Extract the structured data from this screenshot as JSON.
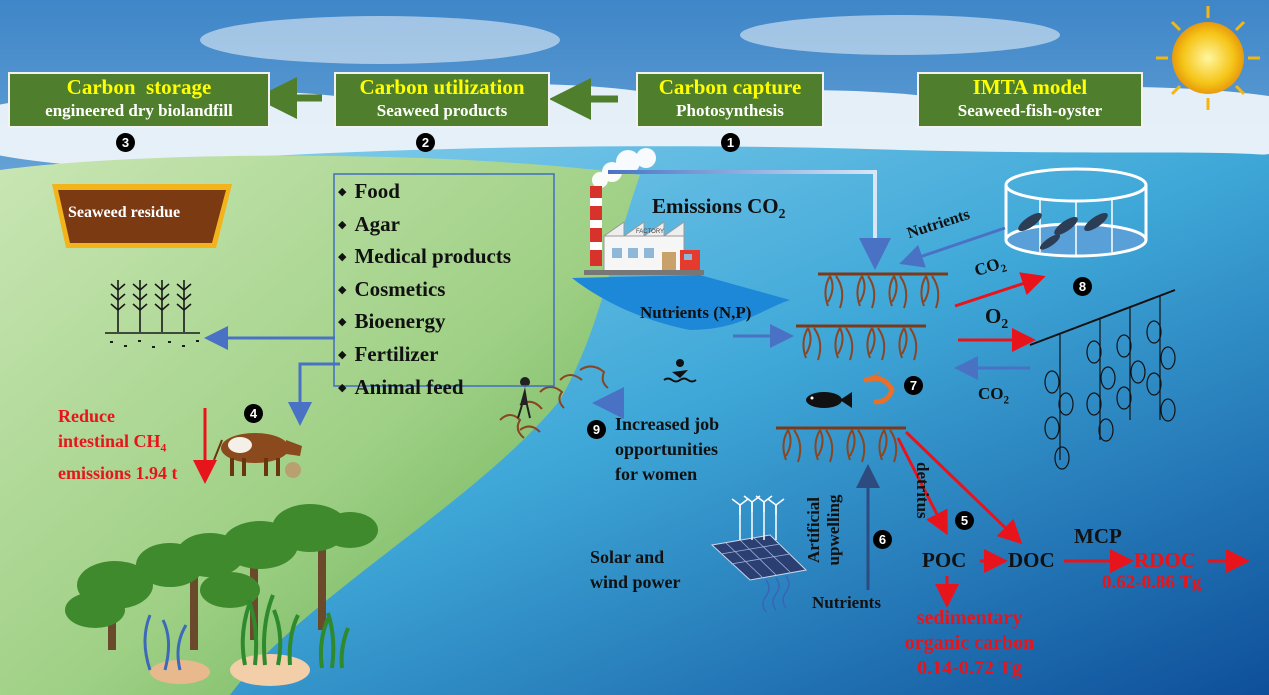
{
  "headers": {
    "storage": {
      "title": "Carbon  storage",
      "subtitle": "engineered dry biolandfill",
      "num": "3"
    },
    "utilization": {
      "title": "Carbon utilization",
      "subtitle": "Seaweed products",
      "num": "2"
    },
    "capture": {
      "title": "Carbon capture",
      "subtitle": "Photosynthesis",
      "num": "1"
    },
    "imta": {
      "title": "IMTA model",
      "subtitle": "Seaweed-fish-oyster"
    }
  },
  "products": [
    "Food",
    "Agar",
    "Medical products",
    "Cosmetics",
    "Bioenergy",
    "Fertilizer",
    "Animal feed"
  ],
  "residue_label": "Seaweed residue",
  "factory_sign": "FACTORY",
  "emissions": {
    "text": "Emissions CO",
    "sub": "2"
  },
  "nutrients_np": "Nutrients (N,P)",
  "imta_labels": {
    "nutrients": "Nutrients",
    "co2_fish": {
      "text": "CO",
      "sub": "2"
    },
    "o2": {
      "text": "O",
      "sub": "2"
    },
    "co2_oyster": {
      "text": "CO",
      "sub": "2"
    }
  },
  "cow": {
    "line1": "Reduce",
    "line2_text": "intestinal CH",
    "line2_sub": "4",
    "line3": "emissions 1.94 t",
    "num": "4"
  },
  "jobs": {
    "line1": "Increased job",
    "line2": "opportunities",
    "line3": "for women",
    "num": "9"
  },
  "energy": {
    "line1": "Solar and",
    "line2": "wind power"
  },
  "upwelling": {
    "label": "Artificial upwelling",
    "nutrients": "Nutrients",
    "num": "6"
  },
  "carbon_pump": {
    "detritus": "detritus",
    "poc": "POC",
    "doc": "DOC",
    "mcp": "MCP",
    "rdoc": "RDOC",
    "rdoc_value": "0.62-0.86 Tg",
    "sed_line1": "sedimentary",
    "sed_line2": "organic carbon",
    "sed_value": "0.14-0.72 Tg",
    "num": "5"
  },
  "markers": {
    "fish_culture": "7",
    "oyster": "8"
  },
  "colors": {
    "header_bg": "#4f7f2c",
    "header_title": "#ffff00",
    "red_arrow": "#e8141b",
    "blue_arrow": "#4a72c4",
    "green_arrow": "#4f7f2c"
  }
}
